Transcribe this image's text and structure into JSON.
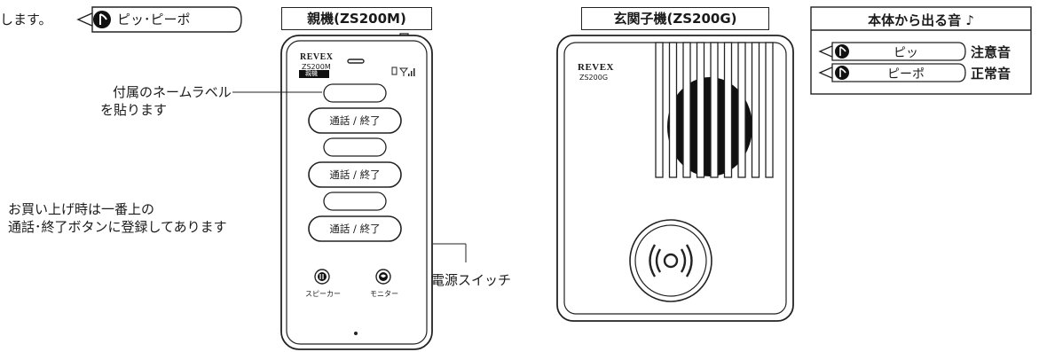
{
  "top_left": {
    "text": "します。",
    "sound_pill": "ピッ･ピーポ"
  },
  "handset": {
    "title": "親機(ZS200M)",
    "brand": "REVEX",
    "model": "ZS200M",
    "badge": "親機",
    "name_label_callout": [
      "付属のネームラベル",
      "を貼ります"
    ],
    "buttons": [
      "通話 / 終了",
      "通話 / 終了",
      "通話 / 終了"
    ],
    "registration_note": [
      "お買い上げ時は一番上の",
      "通話･終了ボタンに登録してあります"
    ],
    "speaker_label": "スピーカー",
    "monitor_label": "モニター",
    "power_switch_label": "電源スイッチ"
  },
  "doorbell": {
    "title": "玄関子機(ZS200G)",
    "brand": "REVEX",
    "model": "ZS200G"
  },
  "sound_table": {
    "title": "本体から出る音 ♪",
    "rows": [
      {
        "sound": "ピッ",
        "meaning": "注意音"
      },
      {
        "sound": "ピーポ",
        "meaning": "正常音"
      }
    ]
  }
}
